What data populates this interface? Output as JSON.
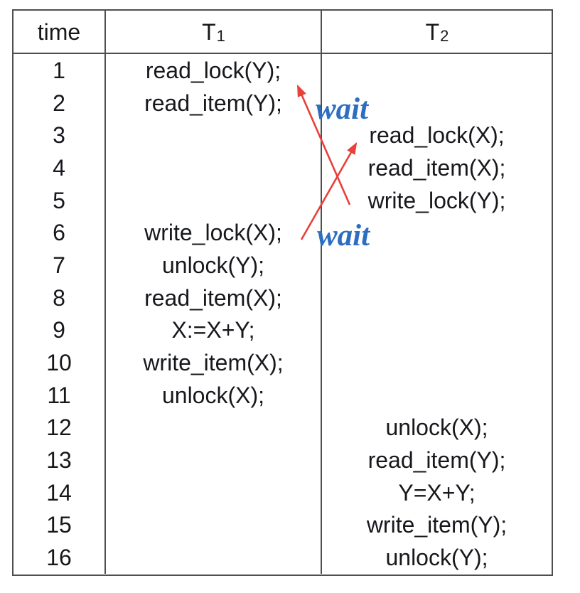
{
  "colors": {
    "border": "#4e4e4e",
    "text": "#17181c",
    "arrow": "#e8403a",
    "wait_text": "#2d6ec0",
    "background": "#ffffff"
  },
  "table": {
    "header": {
      "time": "time",
      "t1_base": "T",
      "t1_sub": "1",
      "t2_base": "T",
      "t2_sub": "2"
    },
    "rows": [
      {
        "time": "1",
        "t1": "read_lock(Y);",
        "t2": ""
      },
      {
        "time": "2",
        "t1": "read_item(Y);",
        "t2": ""
      },
      {
        "time": "3",
        "t1": "",
        "t2": "read_lock(X);"
      },
      {
        "time": "4",
        "t1": "",
        "t2": "read_item(X);"
      },
      {
        "time": "5",
        "t1": "",
        "t2": "write_lock(Y);"
      },
      {
        "time": "6",
        "t1": "write_lock(X);",
        "t2": ""
      },
      {
        "time": "7",
        "t1": "unlock(Y);",
        "t2": ""
      },
      {
        "time": "8",
        "t1": "read_item(X);",
        "t2": ""
      },
      {
        "time": "9",
        "t1": "X:=X+Y;",
        "t2": ""
      },
      {
        "time": "10",
        "t1": "write_item(X);",
        "t2": ""
      },
      {
        "time": "11",
        "t1": "unlock(X);",
        "t2": ""
      },
      {
        "time": "12",
        "t1": "",
        "t2": "unlock(X);"
      },
      {
        "time": "13",
        "t1": "",
        "t2": "read_item(Y);"
      },
      {
        "time": "14",
        "t1": "",
        "t2": "Y=X+Y;"
      },
      {
        "time": "15",
        "t1": "",
        "t2": "write_item(Y);"
      },
      {
        "time": "16",
        "t1": "",
        "t2": "unlock(Y);"
      }
    ]
  },
  "annotations": {
    "wait_upper": "wait",
    "wait_lower": "wait"
  }
}
